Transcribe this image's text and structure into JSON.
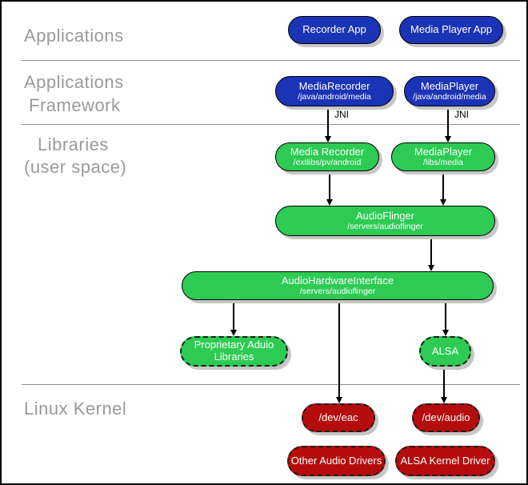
{
  "palette": {
    "blue": "#1b33b5",
    "green": "#2dcb53",
    "red": "#b50d0d",
    "label_gray": "#9a9a9a",
    "divider": "#8c8c8c",
    "shadow": "#c6c6c6"
  },
  "sections": {
    "applications": "Applications",
    "framework_line1": "Applications",
    "framework_line2": "Framework",
    "libraries_line1": "Libraries",
    "libraries_line2": "(user space)",
    "kernel": "Linux Kernel"
  },
  "annotations": {
    "jni_left": "JNI",
    "jni_right": "JNI"
  },
  "nodes": {
    "recorder_app": {
      "label": "Recorder App"
    },
    "media_player_app": {
      "label": "Media Player App"
    },
    "media_recorder_fw": {
      "label": "MediaRecorder",
      "sub": "/java/android/media"
    },
    "media_player_fw": {
      "label": "MediaPlayer",
      "sub": "/java/android/media"
    },
    "media_recorder_lib": {
      "label": "Media Recorder",
      "sub": "/extlibs/pv/android"
    },
    "media_player_lib": {
      "label": "MediaPlayer",
      "sub": "/libs/media"
    },
    "audio_flinger": {
      "label": "AudioFlinger",
      "sub": "/servers/audioflinger"
    },
    "audio_hardware_interface": {
      "label": "AudioHardwareInterface",
      "sub": "/servers/audioflinger"
    },
    "proprietary_audio_libraries": {
      "label": "Proprietary Aduio",
      "label2": "Libraries"
    },
    "alsa": {
      "label": "ALSA"
    },
    "dev_eac": {
      "label": "/dev/eac"
    },
    "dev_audio": {
      "label": "/dev/audio"
    },
    "other_audio_drivers": {
      "label": "Other Audio Drivers"
    },
    "alsa_kernel_driver": {
      "label": "ALSA Kernel Driver"
    }
  }
}
